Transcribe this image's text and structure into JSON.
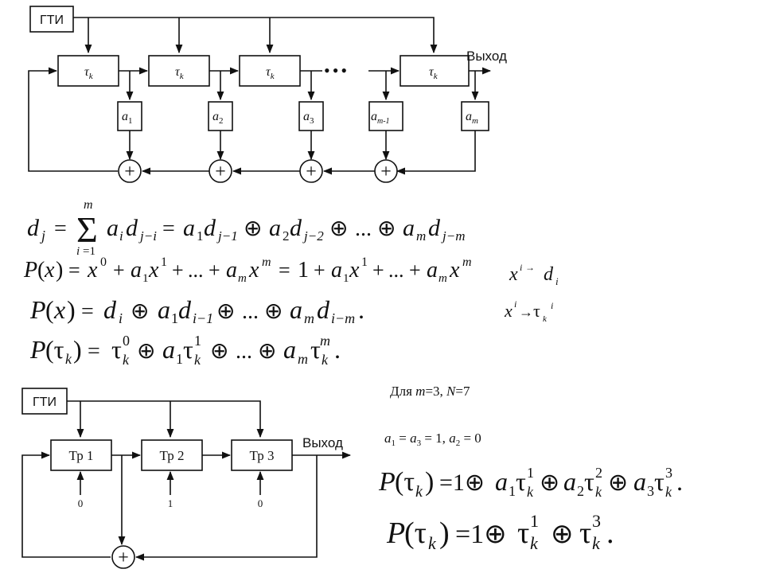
{
  "top_diagram": {
    "generator_label": "ГТИ",
    "output_label": "Выход",
    "delay_cell_label": "τ",
    "delay_cell_sub": "k",
    "ellipsis": "•••",
    "adder_symbol": "+",
    "coefficients": [
      {
        "base": "a",
        "sub": "1"
      },
      {
        "base": "a",
        "sub": "2"
      },
      {
        "base": "a",
        "sub": "3"
      },
      {
        "base": "a",
        "sub": "m-1"
      },
      {
        "base": "a",
        "sub": "m"
      }
    ]
  },
  "formulas": {
    "recurrence": "d_j = Σ_{i=1}^{m} a_i d_{j−i} = a_1 d_{j−1} ⊕ a_2 d_{j−2} ⊕ ... ⊕ a_m d_{j−m}",
    "poly_x": "P(x) = x^0 + a_1 x^1 + ... + a_m x^m = 1 + a_1 x^1 + ... + a_m x^m",
    "map_x_d": "x^i → d_i",
    "poly_d": "P(x) = d_i ⊕ a_1 d_{i−1} ⊕ ... ⊕ a_m d_{i−m}.",
    "map_x_tau": "x^i → τ_k^i",
    "poly_tau": "P(τ_k) = τ_k^0 ⊕ a_1 τ_k^1 ⊕ ... ⊕ a_m τ_k^m."
  },
  "bottom_diagram": {
    "generator_label": "ГТИ",
    "output_label": "Выход",
    "registers": [
      "Тр 1",
      "Тр 2",
      "Тр 3"
    ],
    "initial_values": [
      "0",
      "1",
      "0"
    ],
    "adder_symbol": "+"
  },
  "example": {
    "caption": "Для m=3, N=7",
    "coefficients": "a_1 = a_3 = 1, a_2 = 0",
    "poly_general": "P(τ_k) = 1 ⊕ a_1 τ_k^1 ⊕ a_2 τ_k^2 ⊕ a_3 τ_k^3.",
    "poly_result": "P(τ_k) = 1 ⊕ τ_k^1 ⊕ τ_k^3."
  },
  "colors": {
    "ink": "#111111",
    "background": "#ffffff"
  }
}
